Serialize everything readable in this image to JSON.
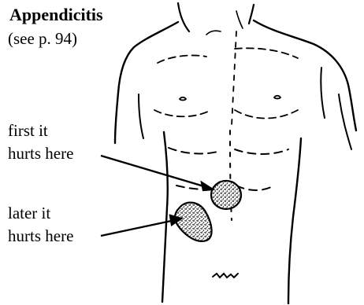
{
  "title": "Appendicitis",
  "subtitle": "(see p. 94)",
  "pain_first": {
    "line1": "first it",
    "line2": "hurts here"
  },
  "pain_later": {
    "line1": "later it",
    "line2": "hurts here"
  },
  "colors": {
    "ink": "#000000",
    "paper": "#ffffff"
  },
  "icons": {
    "body": "torso-outline-drawing",
    "first_spot": "stippled-pain-spot-navel-area",
    "later_spot": "stippled-pain-spot-lower-right-abdomen"
  }
}
